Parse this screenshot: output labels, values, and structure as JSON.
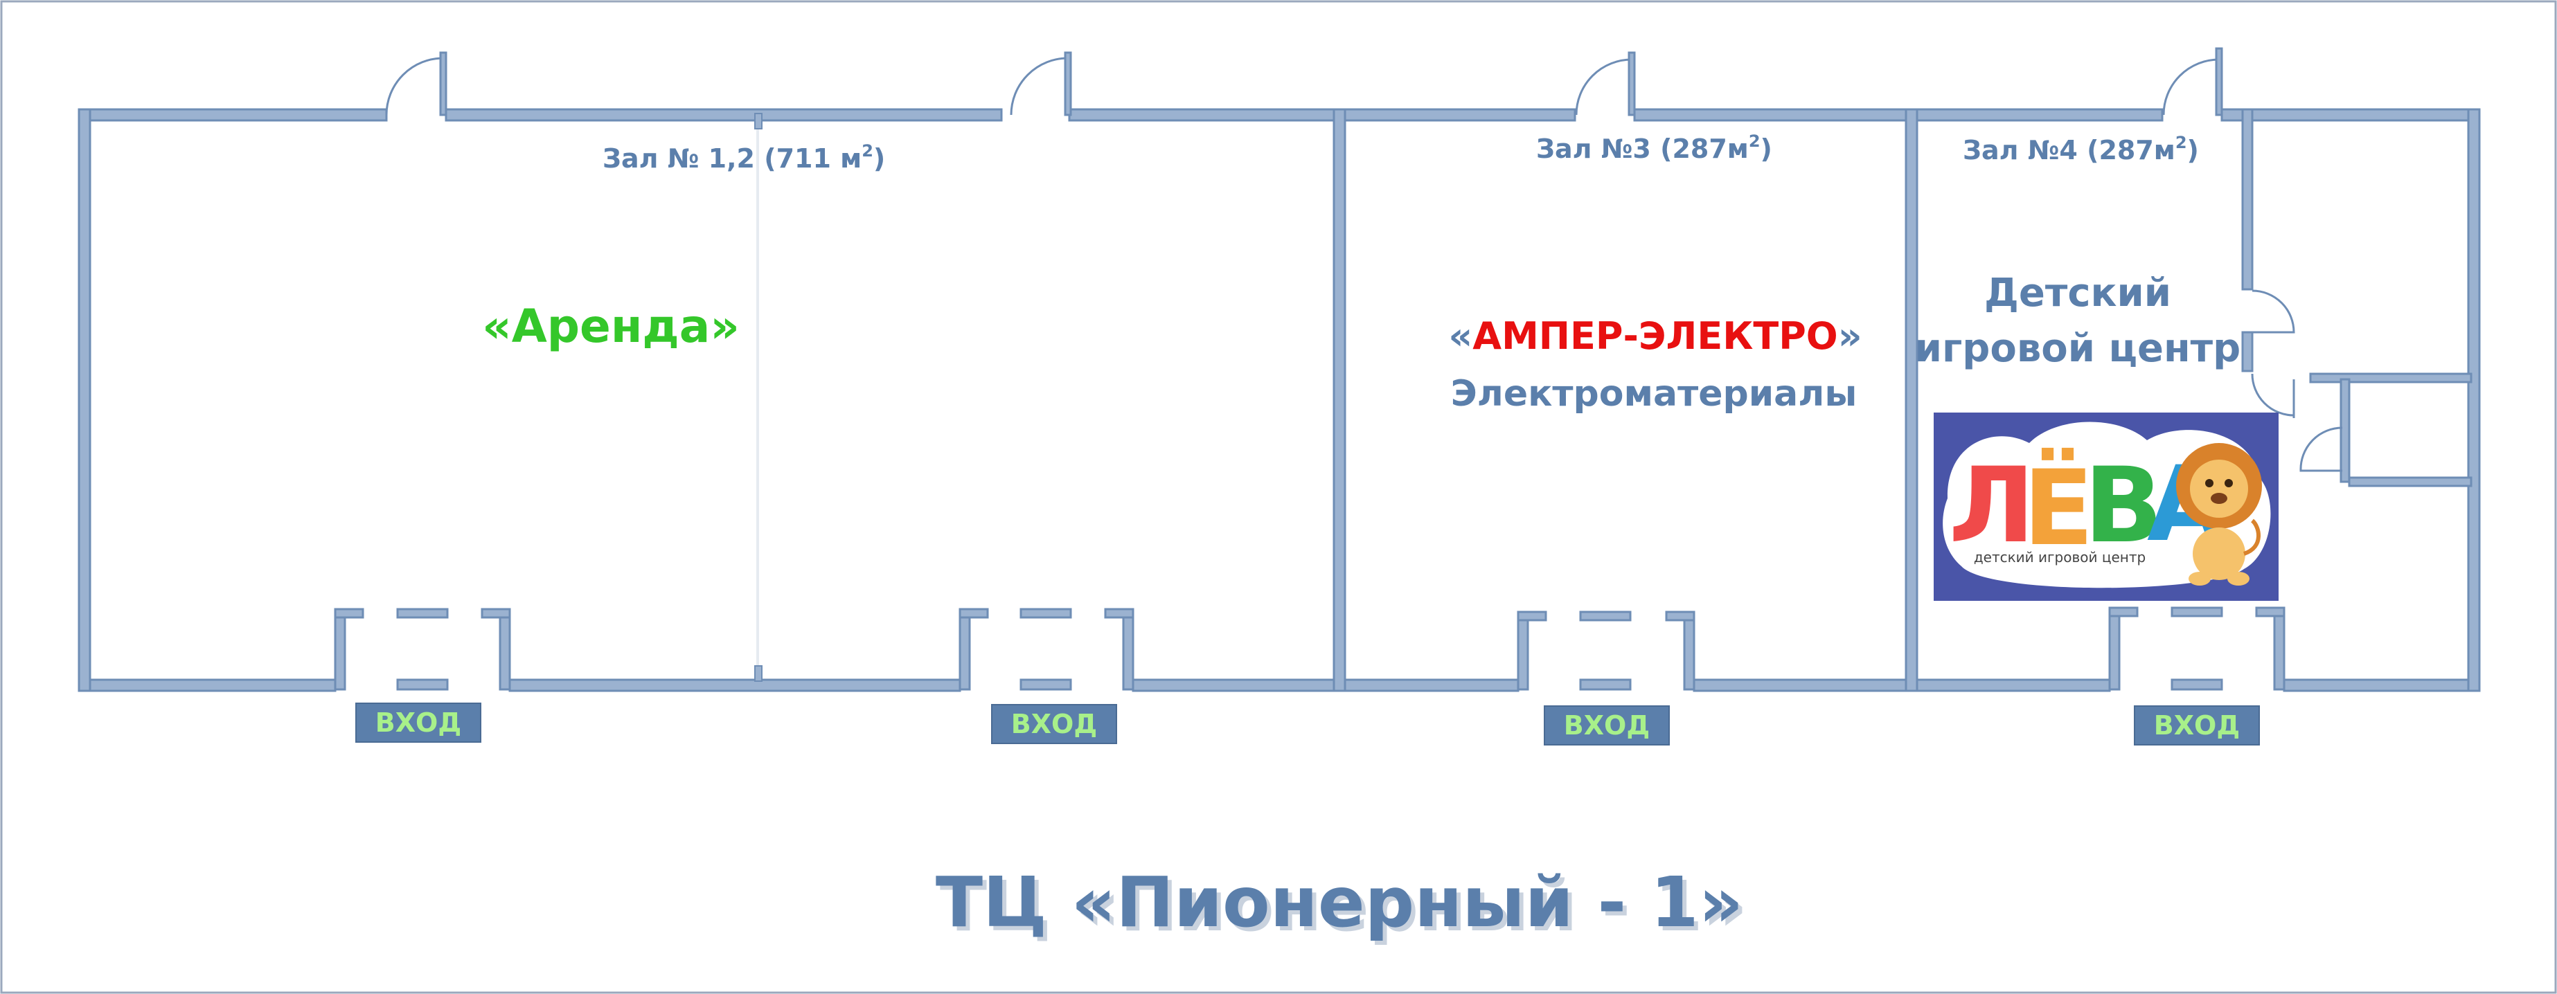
{
  "title": "ТЦ «Пионерный - 1»",
  "halls": [
    {
      "id": "hall-1-2",
      "label": "Зал № 1,2  (711 м",
      "sup": "2",
      "close": ")",
      "tenant": "«Аренда»"
    },
    {
      "id": "hall-3",
      "label": "Зал №3 (287м",
      "sup": "2",
      "close": ")",
      "tenant_open": "«",
      "tenant_name": "АМПЕР-ЭЛЕКТРО",
      "tenant_close": "»",
      "tenant_desc": "Электроматериалы"
    },
    {
      "id": "hall-4",
      "label": "Зал №4 (287м",
      "sup": "2",
      "close": ")",
      "tenant_line1": "Детский",
      "tenant_line2": "игровой центр"
    }
  ],
  "logo": {
    "letters": [
      "Л",
      "Ё",
      "В",
      "А"
    ],
    "subtitle": "детский игровой центр"
  },
  "entrances": [
    "ВХОД",
    "ВХОД",
    "ВХОД",
    "ВХОД"
  ],
  "colors": {
    "wall": "#9bb2d0",
    "wall_edge": "#6e8db5",
    "label": "#5b7fab",
    "green_tenant": "#34c72a",
    "red_tenant": "#e81010",
    "entry_bg": "#5b7fab",
    "entry_text": "#a8f08a",
    "logo_bg": "#4a55a8",
    "logo_red": "#f04a4a",
    "logo_orange": "#f3a23a",
    "logo_green": "#33b24a",
    "logo_blue": "#2c9ad6"
  },
  "icons": [
    "door-swing-icon",
    "lion-mascot-icon"
  ]
}
